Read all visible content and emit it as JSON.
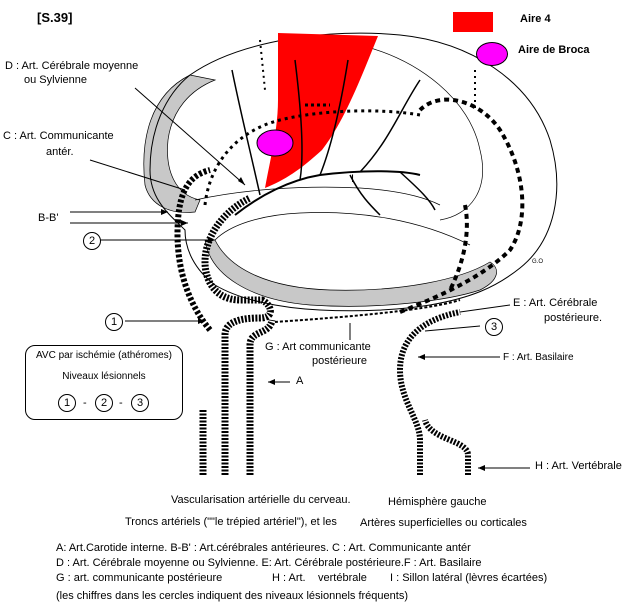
{
  "header": {
    "code": "[S.39]"
  },
  "legend": {
    "aire4": {
      "label": "Aire 4",
      "color": "#ff0000"
    },
    "broca": {
      "label": "Aire de Broca",
      "color": "#ff00ff"
    }
  },
  "labels": {
    "D": [
      "D : Art. Cérébrale moyenne",
      "ou Sylvienne"
    ],
    "C": [
      "C : Art. Communicante",
      "antér."
    ],
    "BB": "B-B'",
    "A": "A",
    "E": [
      "E : Art. Cérébrale",
      "postérieure."
    ],
    "G": [
      "G : Art communicante",
      "postérieure"
    ],
    "F": "F : Art. Basilaire",
    "H": "H : Art. Vertébrale",
    "I": "I",
    "signature": "G.O"
  },
  "circles": {
    "c1": "1",
    "c2": "2",
    "c3": "3"
  },
  "box": {
    "title": "AVC par ischémie (athéromes)",
    "subtitle": "Niveaux lésionnels",
    "n1": "1",
    "sep1": "-",
    "n2": "2",
    "sep2": "-",
    "n3": "3"
  },
  "caption": {
    "line1a": "Vascularisation artérielle du cerveau.",
    "line1b": "Hémisphère gauche",
    "line2a": "Troncs artériels (\"\"le trépied artériel\"), et les",
    "line2b": "Artères superficielles ou corticales",
    "key1": "A: Art.Carotide interne. B-B' : Art.cérébrales antérieures. C : Art. Communicante antér",
    "key2": "D : Art. Cérébrale moyenne ou Sylvienne. E: Art. Cérébrale postérieure.F : Art. Basilaire",
    "key3a": "G : art. communicante postérieure",
    "key3b": "H : Art.",
    "key3c": "vertébrale",
    "key3d": "I : Sillon latéral (lèvres écartées)",
    "key4": "(les chiffres dans les cercles indiquent des niveaux lésionnels fréquents)"
  }
}
